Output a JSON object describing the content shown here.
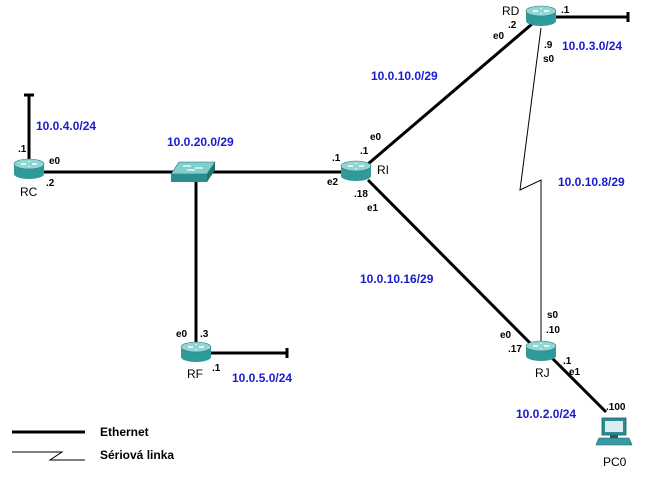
{
  "colors": {
    "link": "#000000",
    "network_label": "#1a1ad0",
    "router_body": "#2f9a9a",
    "router_top": "#8fd6d4",
    "switch_body": "#2a8e8e",
    "pc_body": "#2e8b94"
  },
  "devices": {
    "rc": "RC",
    "rd": "RD",
    "ri": "RI",
    "rf": "RF",
    "rj": "RJ",
    "pc": "PC0",
    "switch_icon": "switch-icon",
    "router_icon": "router-icon",
    "pc_icon": "pc-icon"
  },
  "networks": {
    "n_10_0_4_0": "10.0.4.0/24",
    "n_10_0_20_0": "10.0.20.0/29",
    "n_10_0_10_0": "10.0.10.0/29",
    "n_10_0_3_0": "10.0.3.0/24",
    "n_10_0_10_8": "10.0.10.8/29",
    "n_10_0_10_16": "10.0.10.16/29",
    "n_10_0_5_0": "10.0.5.0/24",
    "n_10_0_2_0": "10.0.2.0/24"
  },
  "labels": {
    "rc_stub_host": ".1",
    "rc_e0": "e0",
    "rc_e0_host": ".2",
    "ri_left_host": ".1",
    "ri_e2": "e2",
    "ri_top_host": ".1",
    "ri_e0": "e0",
    "ri_e1_host": ".18",
    "ri_e1": "e1",
    "rd_e0_host": ".2",
    "rd_e0": "e0",
    "rd_stub_host": ".1",
    "rd_s0_host": ".9",
    "rd_s0": "s0",
    "rf_e0": "e0",
    "rf_e0_host": ".3",
    "rf_stub_host": ".1",
    "rj_s0": "s0",
    "rj_s0_host": ".10",
    "rj_e0": "e0",
    "rj_e0_host": ".17",
    "rj_e1_host": ".1",
    "rj_e1": "e1",
    "pc_host": ".100"
  },
  "legend": {
    "ethernet": "Ethernet",
    "serial": "Sériová linka"
  }
}
